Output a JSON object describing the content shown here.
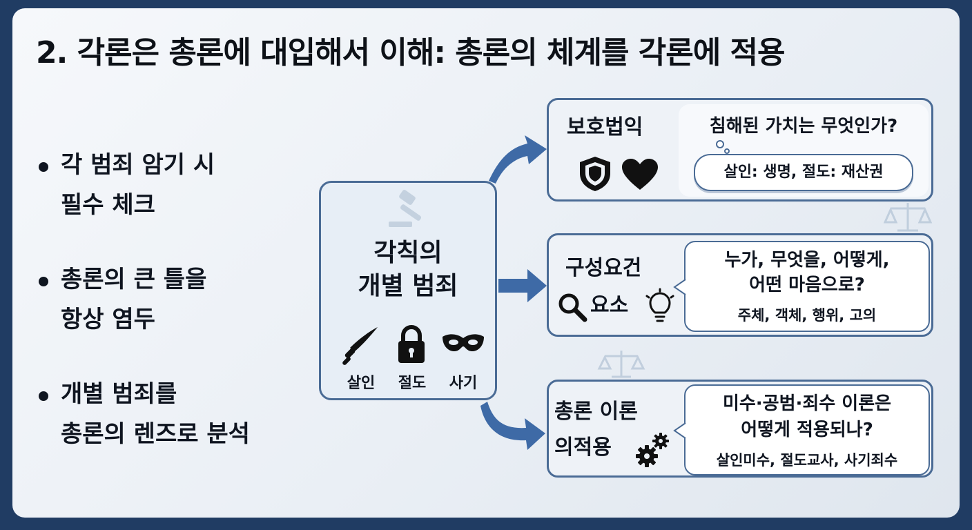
{
  "title": "2. 각론은 총론에 대입해서 이해: 총론의 체계를 각론에 적용",
  "bullets": [
    {
      "line1": "각 범죄 암기 시",
      "line2": "필수 체크"
    },
    {
      "line1": "총론의 큰 틀을",
      "line2": "항상 염두"
    },
    {
      "line1": "개별 범죄를",
      "line2": "총론의 렌즈로 분석"
    }
  ],
  "center": {
    "title_line1": "각칙의",
    "title_line2": "개별 범죄",
    "crimes": [
      "살인",
      "절도",
      "사기"
    ],
    "icons": [
      "gavel-icon",
      "knife-icon",
      "lock-icon",
      "mask-icon"
    ]
  },
  "boxes": [
    {
      "label": "보호법익",
      "icons": [
        "shield-icon",
        "heart-icon"
      ],
      "question": "침해된 가치는 무엇인가?",
      "answer": "살인: 생명, 절도: 재산권"
    },
    {
      "label_line1": "구성요건",
      "label_line2": "요소",
      "icons": [
        "magnifier-icon",
        "lightbulb-icon"
      ],
      "question_line1": "누가, 무엇을, 어떻게,",
      "question_line2": "어떤 마음으로?",
      "answer": "주체, 객체, 행위, 고의"
    },
    {
      "label_line1": "총론 이론",
      "label_line2": "의적용",
      "icons": [
        "gears-icon"
      ],
      "question_line1": "미수·공범·죄수 이론은",
      "question_line2": "어떻게 적용되나?",
      "answer": "살인미수, 절도교사, 사기죄수"
    }
  ],
  "colors": {
    "frame": "#203c63",
    "accent": "#3e6aa6",
    "border": "#4a6b95",
    "text": "#0f1520"
  }
}
